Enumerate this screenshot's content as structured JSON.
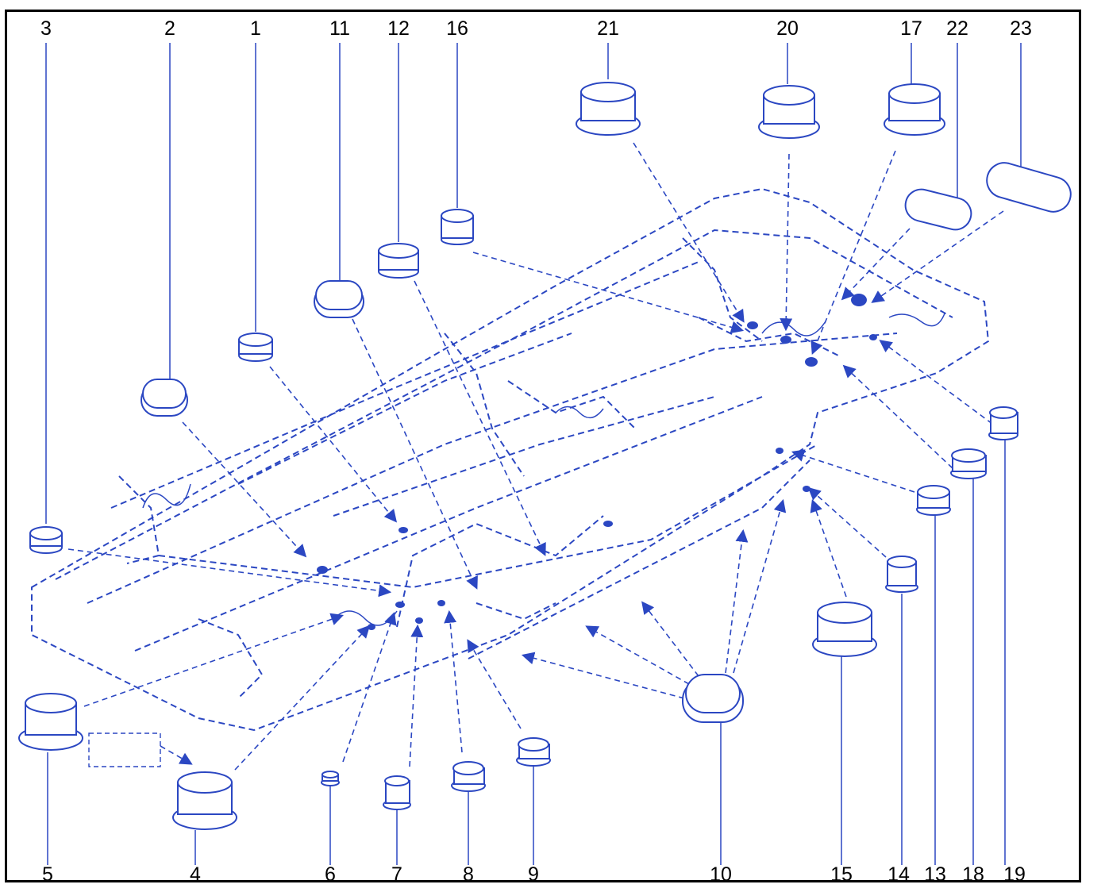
{
  "colors": {
    "line": "#2b47c2",
    "frame_border": "#000000",
    "text": "#000000",
    "background": "#ffffff"
  },
  "callouts": {
    "top": [
      "3",
      "2",
      "1",
      "11",
      "12",
      "16",
      "21",
      "20",
      "17",
      "22",
      "23"
    ],
    "bottom": [
      "5",
      "4",
      "6",
      "7",
      "8",
      "9",
      "10",
      "15",
      "14",
      "13",
      "18",
      "19"
    ]
  }
}
